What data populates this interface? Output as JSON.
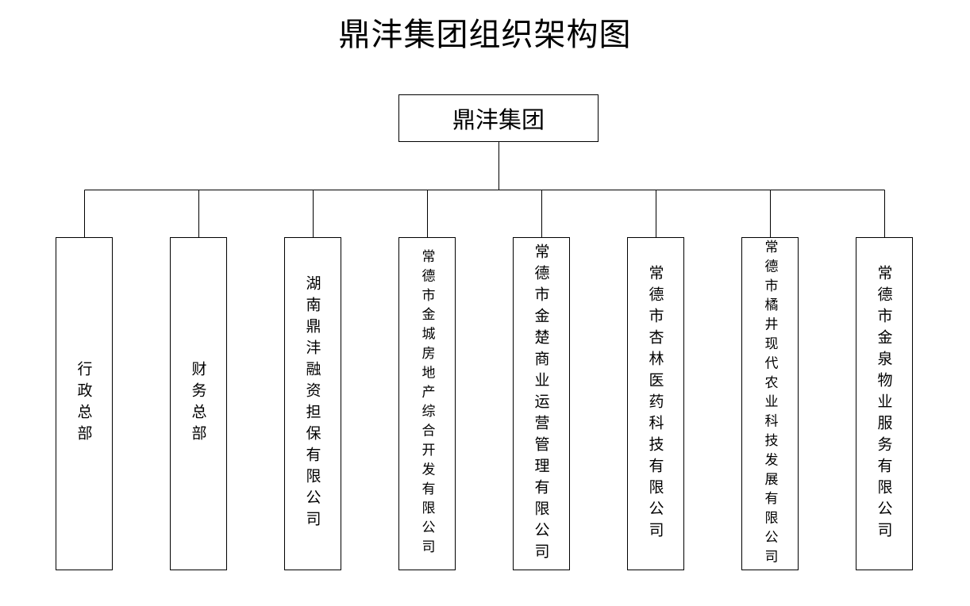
{
  "title": "鼎沣集团组织架构图",
  "root": {
    "label": "鼎沣集团"
  },
  "departments": [
    {
      "label": "行政总部"
    },
    {
      "label": "财务总部"
    },
    {
      "label": "湖南鼎沣融资担保有限公司"
    },
    {
      "label": "常德市金城房地产综合开发有限公司"
    },
    {
      "label": "常德市金楚商业运营管理有限公司"
    },
    {
      "label": "常德市杏林医药科技有限公司"
    },
    {
      "label": "常德市橘井现代农业科技发展有限公司"
    },
    {
      "label": "常德市金泉物业服务有限公司"
    }
  ]
}
